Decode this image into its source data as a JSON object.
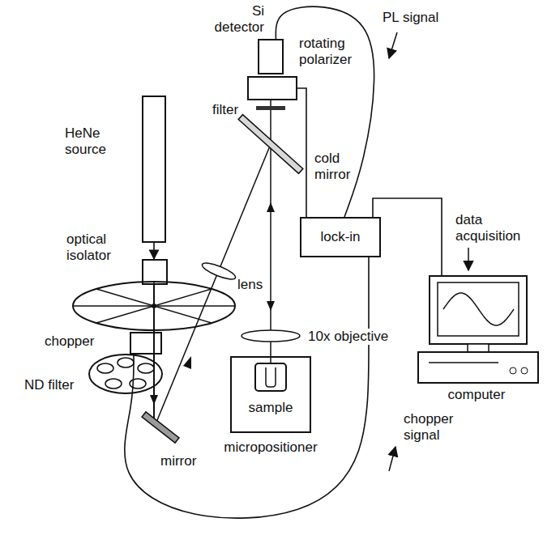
{
  "diagram": {
    "nodes": [
      {
        "text": [
          "Si detector"
        ]
      },
      {
        "text": [
          "rotating polarizer"
        ]
      },
      {
        "text": [
          "HeNe source"
        ]
      },
      {
        "text": [
          "optical isolator"
        ]
      },
      {
        "text": [
          "lock-in"
        ]
      },
      {
        "text": [
          "chopper"
        ]
      },
      {
        "text": [
          "computer"
        ]
      },
      {
        "text": [
          "micropositioner"
        ]
      },
      {
        "text": [
          "sample"
        ],
        "in": 7
      }
    ],
    "edges": [
      {
        "from": 2,
        "to": 3,
        "arrow": "to"
      },
      {
        "from": 0,
        "to": 4,
        "label": "PL signal",
        "arrow": "none"
      },
      {
        "from": 1,
        "to": 4,
        "arrow": "none"
      },
      {
        "from": 4,
        "to": 6,
        "label": "data acquisition",
        "arrow": "none"
      },
      {
        "from": 5,
        "to": 4,
        "label": "chopper signal",
        "arrow": "none"
      }
    ],
    "labels": [
      "filter",
      "cold mirror",
      "lens",
      "10x objective",
      "ND filter",
      "mirror"
    ]
  }
}
